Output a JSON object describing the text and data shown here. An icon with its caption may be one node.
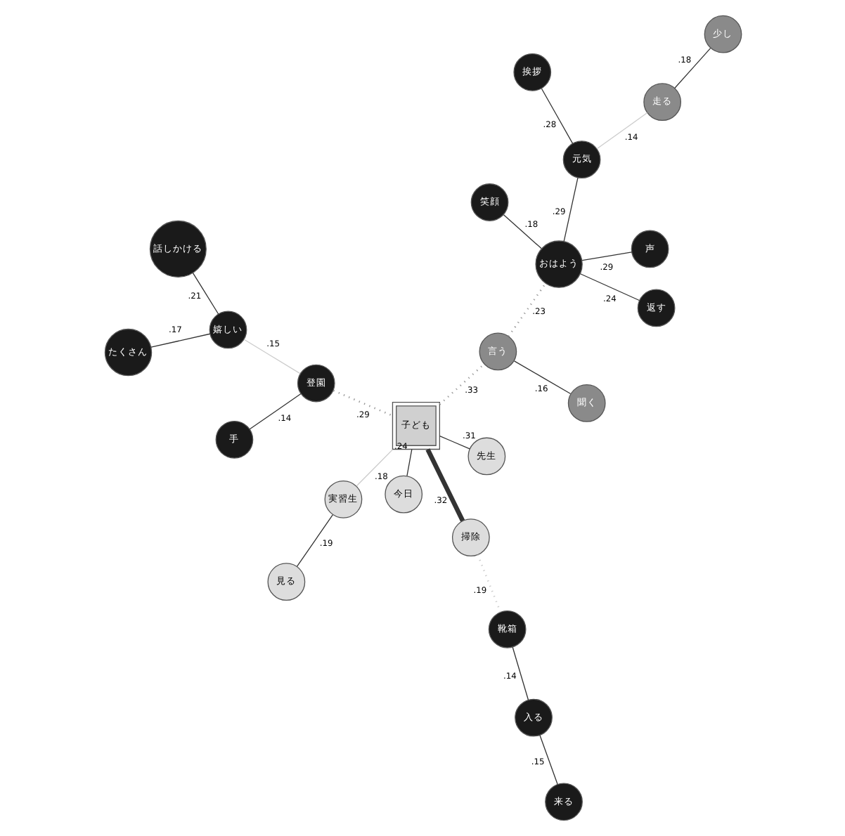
{
  "diagram": {
    "nodes": [
      {
        "text": [
          "見る"
        ]
      },
      {
        "text": [
          "先生"
        ]
      },
      {
        "text": [
          "靴箱"
        ]
      },
      {
        "text": [
          "実習生"
        ]
      },
      {
        "text": [
          "掃除"
        ]
      },
      {
        "text": [
          "入る"
        ]
      },
      {
        "text": [
          "手"
        ]
      },
      {
        "text": [
          "子ども"
        ]
      },
      {
        "text": [
          "登園"
        ]
      },
      {
        "text": [
          "来る"
        ]
      },
      {
        "text": [
          "今日"
        ]
      },
      {
        "text": [
          "言う"
        ]
      },
      {
        "text": [
          "聞く"
        ]
      },
      {
        "text": [
          "話しかける"
        ]
      },
      {
        "text": [
          "嬉しい"
        ]
      },
      {
        "text": [
          "返す"
        ]
      },
      {
        "text": [
          "おはよう"
        ]
      },
      {
        "text": [
          "たくさん"
        ]
      },
      {
        "text": [
          "挨拶"
        ]
      },
      {
        "text": [
          "元気"
        ]
      },
      {
        "text": [
          "声"
        ]
      },
      {
        "text": [
          "笑顔"
        ]
      },
      {
        "text": [
          "少し"
        ]
      },
      {
        "text": [
          "走る"
        ]
      }
    ],
    "edges": [
      {
        "from": 0,
        "to": 3,
        "arrow": "none",
        "label": ".19"
      },
      {
        "from": 3,
        "to": 7,
        "arrow": "none",
        "label": ".18",
        "color": "#cccccc"
      },
      {
        "from": 1,
        "to": 7,
        "arrow": "none",
        "label": ".31"
      },
      {
        "from": 7,
        "to": 4,
        "arrow": "none",
        "label": ".32",
        "style": "thick"
      },
      {
        "from": 4,
        "to": 2,
        "arrow": "none",
        "label": ".19",
        "style": "dashed",
        "color": "#cccccc"
      },
      {
        "from": 2,
        "to": 5,
        "arrow": "none",
        "label": ".14"
      },
      {
        "from": 5,
        "to": 9,
        "arrow": "none",
        "label": ".15"
      },
      {
        "from": 6,
        "to": 8,
        "arrow": "none",
        "label": ".14"
      },
      {
        "from": 8,
        "to": 7,
        "arrow": "none",
        "label": ".29",
        "style": "dashed",
        "color": "#999999"
      },
      {
        "from": 7,
        "to": 10,
        "arrow": "none",
        "label": ".24"
      },
      {
        "from": 7,
        "to": 11,
        "arrow": "none",
        "label": ".33",
        "style": "dashed",
        "color": "#999999"
      },
      {
        "from": 11,
        "to": 12,
        "arrow": "none",
        "label": ".16"
      },
      {
        "from": 8,
        "to": 14,
        "arrow": "none",
        "label": ".15",
        "color": "#cccccc"
      },
      {
        "from": 13,
        "to": 14,
        "arrow": "none",
        "label": ".21"
      },
      {
        "from": 14,
        "to": 17,
        "arrow": "none",
        "label": ".17"
      },
      {
        "from": 11,
        "to": 16,
        "arrow": "none",
        "label": ".23",
        "style": "dashed",
        "color": "#999999"
      },
      {
        "from": 16,
        "to": 15,
        "arrow": "none",
        "label": ".24"
      },
      {
        "from": 19,
        "to": 16,
        "arrow": "none",
        "label": ".29"
      },
      {
        "from": 18,
        "to": 19,
        "arrow": "none",
        "label": ".28"
      },
      {
        "from": 16,
        "to": 20,
        "arrow": "none",
        "label": ".29"
      },
      {
        "from": 16,
        "to": 21,
        "arrow": "none",
        "label": ".18"
      },
      {
        "from": 19,
        "to": 23,
        "arrow": "none",
        "label": ".14",
        "color": "#cccccc"
      },
      {
        "from": 22,
        "to": 23,
        "arrow": "none",
        "label": ".18"
      }
    ]
  }
}
